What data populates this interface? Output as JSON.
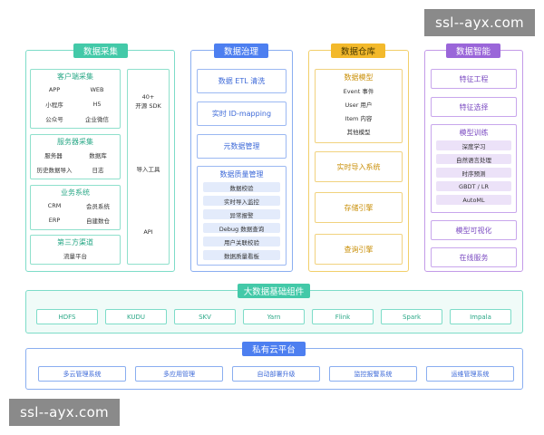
{
  "overlay": {
    "top_label": "ssl--ayx.com",
    "bottom_label": "ssl--ayx.com"
  },
  "collection": {
    "title": "数据采集",
    "client": {
      "title": "客户端采集",
      "items": [
        "APP",
        "WEB",
        "小程序",
        "H5",
        "公众号",
        "企业微信"
      ]
    },
    "server": {
      "title": "服务器采集",
      "items": [
        "服务器",
        "数据库",
        "历史数据导入",
        "日志"
      ]
    },
    "business": {
      "title": "业务系统",
      "items": [
        "CRM",
        "会员系统",
        "ERP",
        "自建数仓"
      ]
    },
    "third": {
      "title": "第三方渠道",
      "items": [
        "流量平台"
      ]
    },
    "right_items": [
      "40+\n开源 SDK",
      "导入工具",
      "API"
    ]
  },
  "governance": {
    "title": "数据治理",
    "boxes": [
      "数据 ETL 清洗",
      "实时 ID-mapping",
      "元数据管理"
    ],
    "quality": {
      "title": "数据质量管理",
      "items": [
        "数据校验",
        "实时导入监控",
        "异常报警",
        "Debug 数据查询",
        "用户关联校验",
        "数据质量看板"
      ]
    }
  },
  "warehouse": {
    "title": "数据仓库",
    "model": {
      "title": "数据模型",
      "items": [
        "Event 事件",
        "User 用户",
        "Item 内容",
        "其他模型"
      ]
    },
    "boxes": [
      "实时导入系统",
      "存储引擎",
      "查询引擎"
    ]
  },
  "intelligence": {
    "title": "数据智能",
    "boxes_top": [
      "特征工程",
      "特征选择"
    ],
    "training": {
      "title": "模型训练",
      "items": [
        "深度学习",
        "自然语言处理",
        "时序预测",
        "GBDT / LR",
        "AutoML"
      ]
    },
    "boxes_bottom": [
      "模型可视化",
      "在线服务"
    ]
  },
  "bigdata": {
    "title": "大数据基础组件",
    "items": [
      "HDFS",
      "KUDU",
      "SKV",
      "Yarn",
      "Flink",
      "Spark",
      "Impala"
    ]
  },
  "cloud": {
    "title": "私有云平台",
    "items": [
      "多云管理系统",
      "多应用管理",
      "自动部署升级",
      "监控报警系统",
      "运维管理系统"
    ]
  }
}
